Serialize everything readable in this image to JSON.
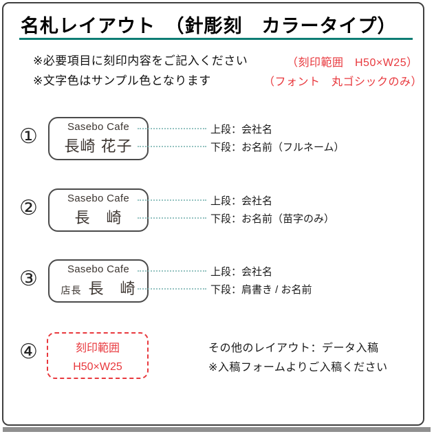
{
  "header": {
    "title": "名札レイアウト　（針彫刻　カラータイプ）",
    "notes": [
      "※必要項目に刻印内容をご記入ください",
      "※文字色はサンプル色となります"
    ],
    "red_notes": [
      "（刻印範囲　H50×W25）",
      "（フォント　丸ゴシックのみ）"
    ]
  },
  "colors": {
    "accent_teal": "#0e7d74",
    "leader_dot": "#93c2c0",
    "red": "#e8383d",
    "frame_border": "#3f3f3f",
    "bottom_shadow": "#8f8f8f",
    "tag_text": "#3c3530"
  },
  "rows": [
    {
      "number": "①",
      "tag": {
        "line1": "Sasebo Cafe",
        "line2": "長崎 花子"
      },
      "labels": [
        "上段：会社名",
        "下段：お名前（フルネーム）"
      ]
    },
    {
      "number": "②",
      "tag": {
        "line1": "Sasebo Cafe",
        "line2": "長　崎"
      },
      "labels": [
        "上段：会社名",
        "下段：お名前（苗字のみ）"
      ]
    },
    {
      "number": "③",
      "tag": {
        "line1": "Sasebo Cafe",
        "line2_prefix": "店長",
        "line2_main": "長　崎"
      },
      "labels": [
        "上段：会社名",
        "下段：肩書き / お名前"
      ]
    },
    {
      "number": "④",
      "box": {
        "line1": "刻印範囲",
        "line2": "H50×W25"
      },
      "texts": [
        "その他のレイアウト：データ入稿",
        "※入稿フォームよりご入稿ください"
      ]
    }
  ]
}
